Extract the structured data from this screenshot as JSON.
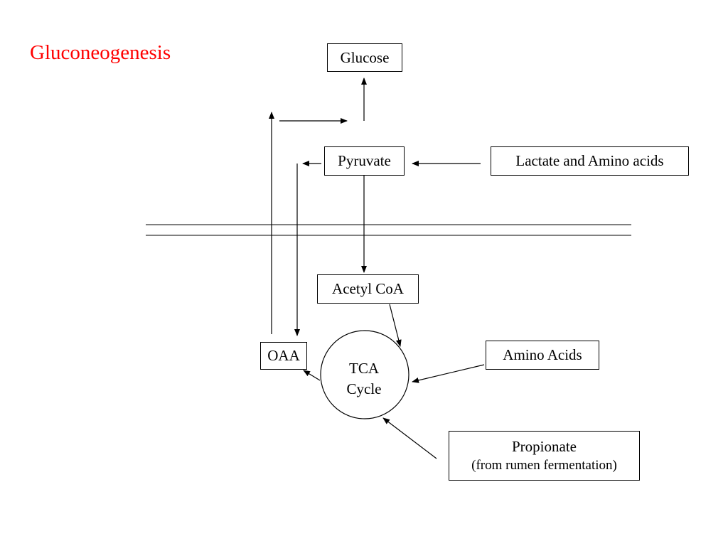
{
  "title": "Gluconeogenesis",
  "colors": {
    "title": "#ff0000",
    "line": "#000000",
    "background": "#ffffff"
  },
  "nodes": {
    "glucose": "Glucose",
    "pyruvate": "Pyruvate",
    "lactate_amino": "Lactate and Amino acids",
    "acetyl_coa": "Acetyl CoA",
    "oaa": "OAA",
    "tca_line1": "TCA",
    "tca_line2": "Cycle",
    "amino_acids": "Amino Acids",
    "propionate_line1": "Propionate",
    "propionate_line2": "(from rumen fermentation)"
  }
}
